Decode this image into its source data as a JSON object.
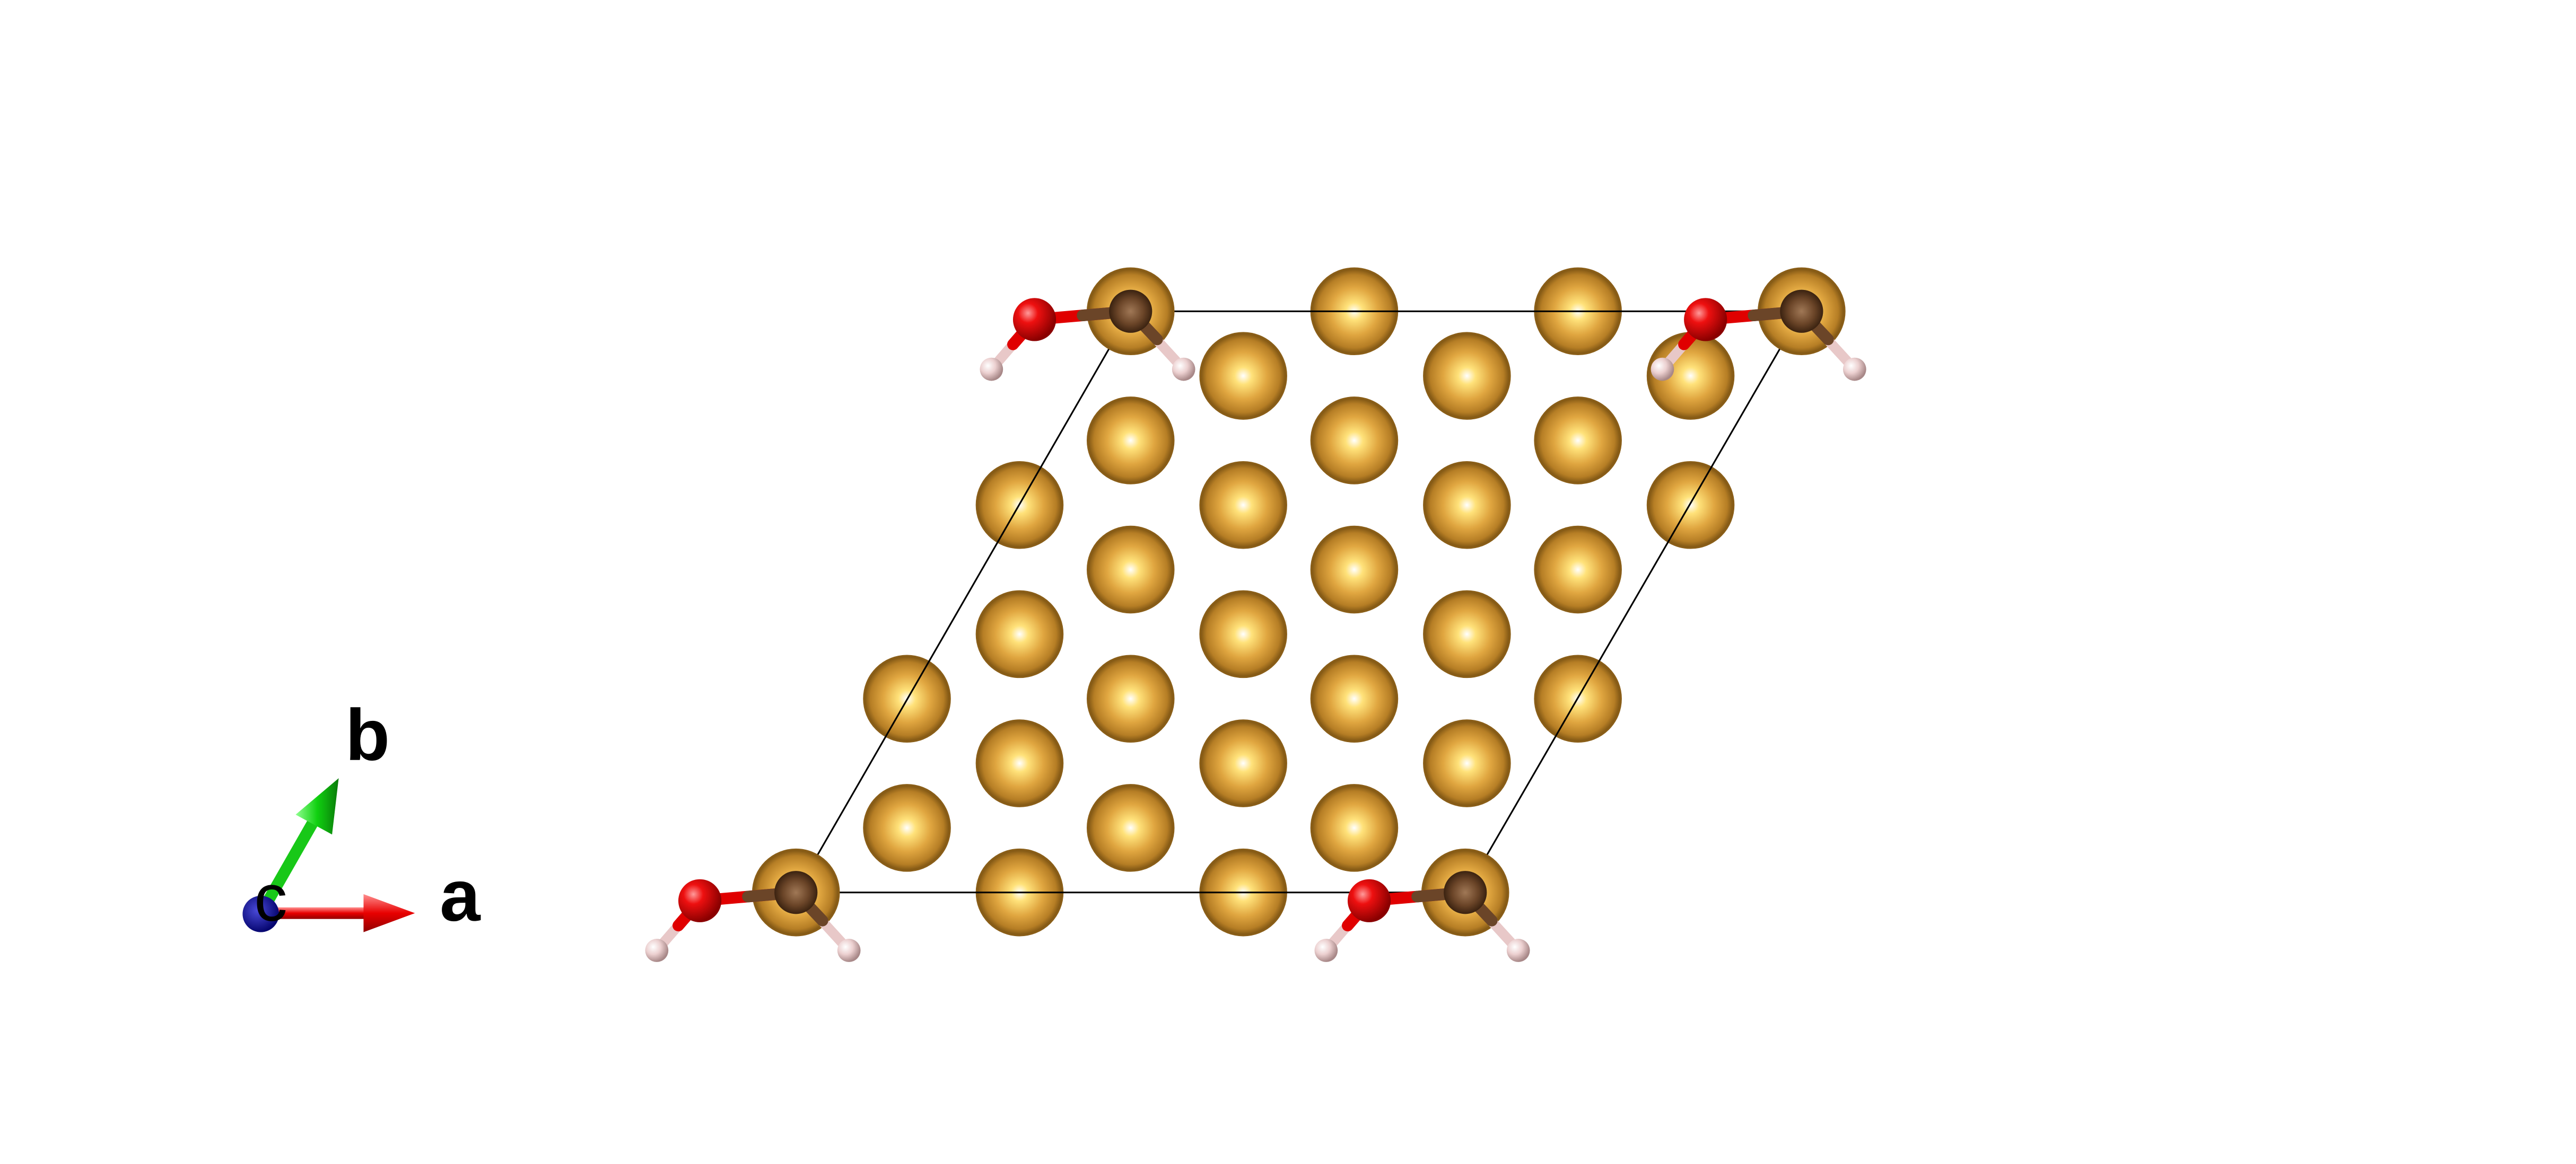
{
  "axes": {
    "a_label": "a",
    "b_label": "b",
    "c_label": "c",
    "a_color": "#ff1a1a",
    "b_color": "#1adf1a",
    "c_color": "#0b0b8c"
  },
  "atoms": {
    "gold_color": "#d4a03c",
    "carbon_color": "#6b4528",
    "oxygen_color": "#e00000",
    "hydrogen_color": "#e8c8c8"
  }
}
